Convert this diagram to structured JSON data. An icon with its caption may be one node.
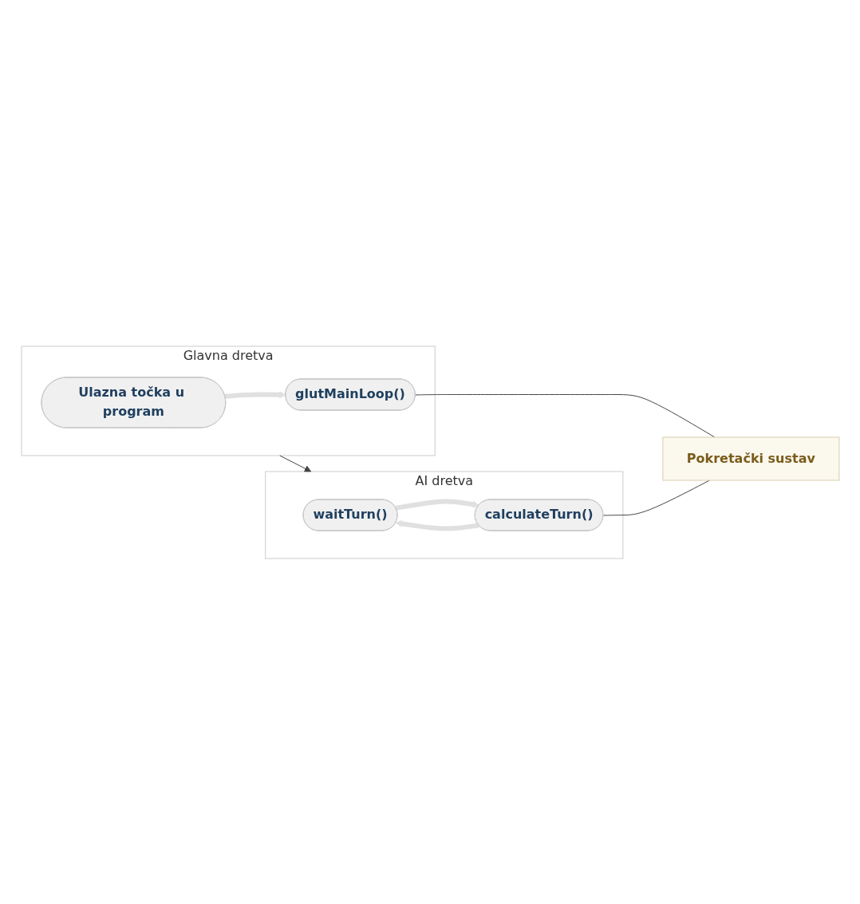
{
  "diagram": {
    "nodes": [
      {
        "text": [
          "Glavna dretva"
        ]
      },
      {
        "text": [
          "Ulazna točka u program"
        ],
        "in": 0
      },
      {
        "text": [
          "glutMainLoop()"
        ],
        "in": 0
      },
      {
        "text": [
          "AI dretva"
        ]
      },
      {
        "text": [
          "waitTurn()"
        ],
        "in": 3
      },
      {
        "text": [
          "calculateTurn()"
        ],
        "in": 3
      },
      {
        "text": [
          "Pokretački sustav"
        ]
      }
    ],
    "edges": [
      {
        "from": 0,
        "to": 3,
        "arrow": "to"
      },
      {
        "from": 1,
        "to": 2,
        "arrow": "to",
        "style": "thick",
        "color": "#e0e0e0"
      },
      {
        "from": 4,
        "to": 5,
        "arrow": "to",
        "style": "thick",
        "color": "#e0e0e0"
      },
      {
        "from": 5,
        "to": 4,
        "arrow": "to",
        "style": "thick",
        "color": "#e0e0e0"
      },
      {
        "from": 2,
        "to": 6,
        "arrow": "none"
      },
      {
        "from": 5,
        "to": 6,
        "arrow": "none"
      }
    ]
  }
}
